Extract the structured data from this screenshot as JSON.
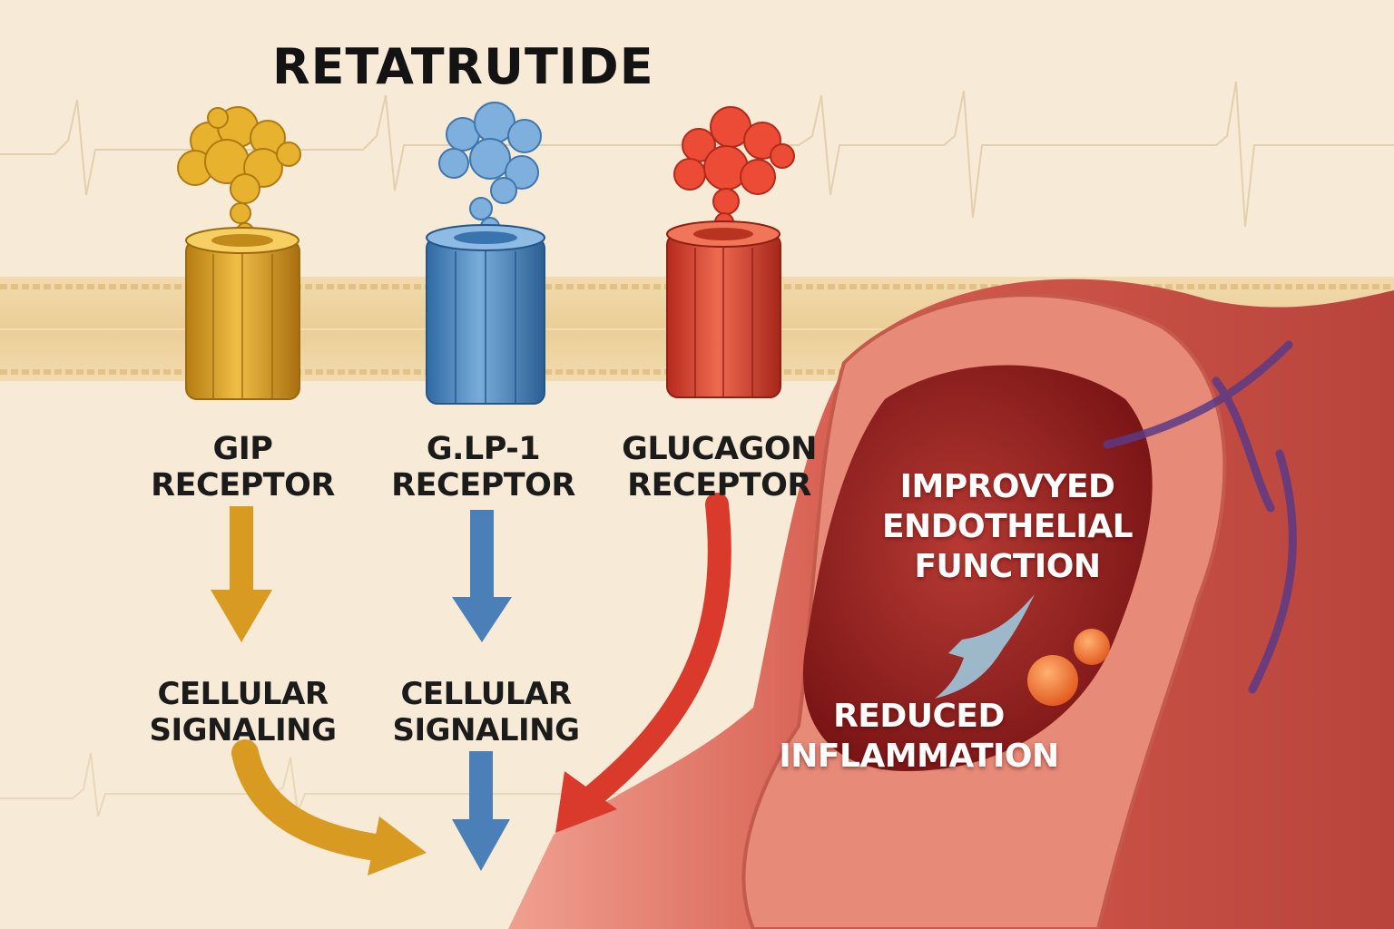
{
  "title": "RETATRUTIDE",
  "colors": {
    "background": "#f7ead6",
    "gip": "#d9a22a",
    "glp1": "#4a86c0",
    "glucagon": "#d9402e",
    "vessel": "#c84a40",
    "lumen": "#8e1d1d",
    "text_dark": "#1b1b1b",
    "text_light": "#ffffff"
  },
  "receptors": [
    {
      "id": "gip",
      "line1": "GIP",
      "line2": "RECEPTOR",
      "icon": "gip-receptor-icon"
    },
    {
      "id": "glp1",
      "line1": "G.LP-1",
      "line2": "RECEPTOR",
      "icon": "glp1-receptor-icon"
    },
    {
      "id": "glucagon",
      "line1": "GLUCAGON",
      "line2": "RECEPTOR",
      "icon": "glucagon-receptor-icon"
    }
  ],
  "signaling": [
    {
      "line1": "CELLULAR",
      "line2": "SIGNALING"
    },
    {
      "line1": "CELLULAR",
      "line2": "SIGNALING"
    }
  ],
  "vessel": {
    "icon": "blood-vessel-icon",
    "effect1": {
      "line1": "IMPROVYED",
      "line2": "ENDOTHELIAL",
      "line3": "FUNCTION"
    },
    "effect2": {
      "line1": "REDUCED",
      "line2": "INFLAMMATION"
    }
  }
}
